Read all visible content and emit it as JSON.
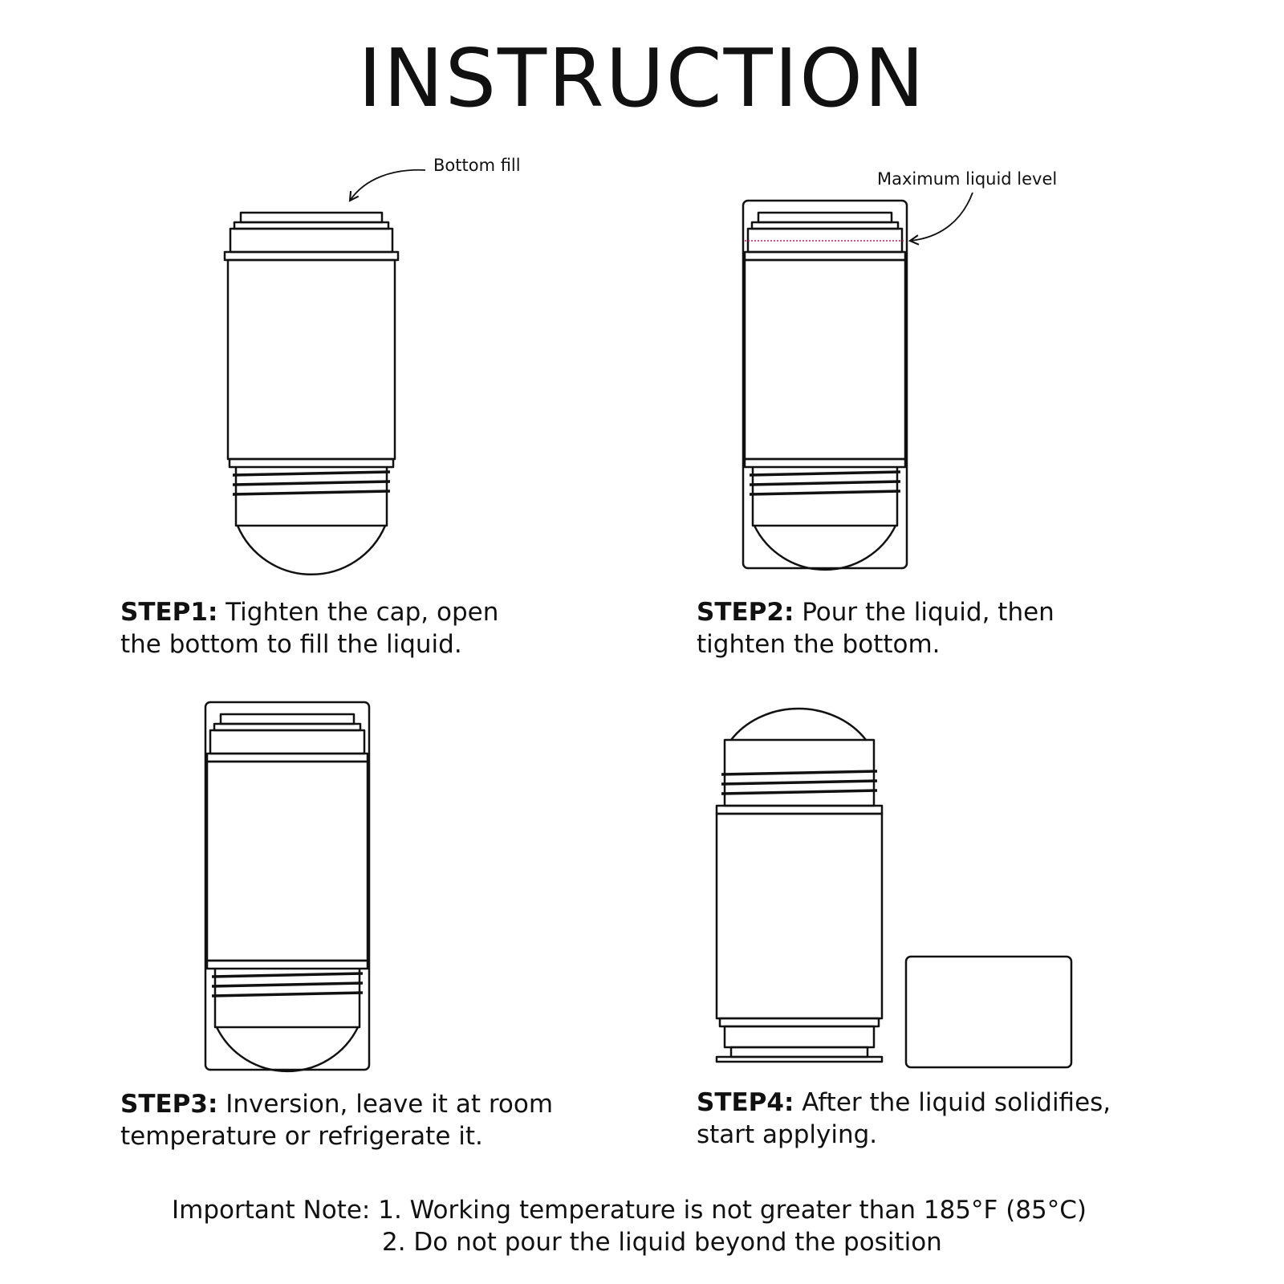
{
  "title": "INSTRUCTION",
  "callouts": {
    "bottom_fill": "Bottom fill",
    "max_level": "Maximum liquid level"
  },
  "colors": {
    "line": "#111111",
    "max_level_line": "#c2185b"
  },
  "steps": [
    {
      "label": "STEP1:",
      "text": "Tighten the cap, open the bottom to fill the liquid."
    },
    {
      "label": "STEP2:",
      "text": "Pour the liquid, then tighten the bottom."
    },
    {
      "label": "STEP3:",
      "text": "Inversion, leave it at room temperature or refrigerate it."
    },
    {
      "label": "STEP4:",
      "text": "After the liquid solidifies, start applying."
    }
  ],
  "note": {
    "prefix": "Important Note:",
    "line1": "1. Working temperature is not greater than 185°F (85°C)",
    "line2": "2. Do not pour the liquid beyond the position"
  }
}
